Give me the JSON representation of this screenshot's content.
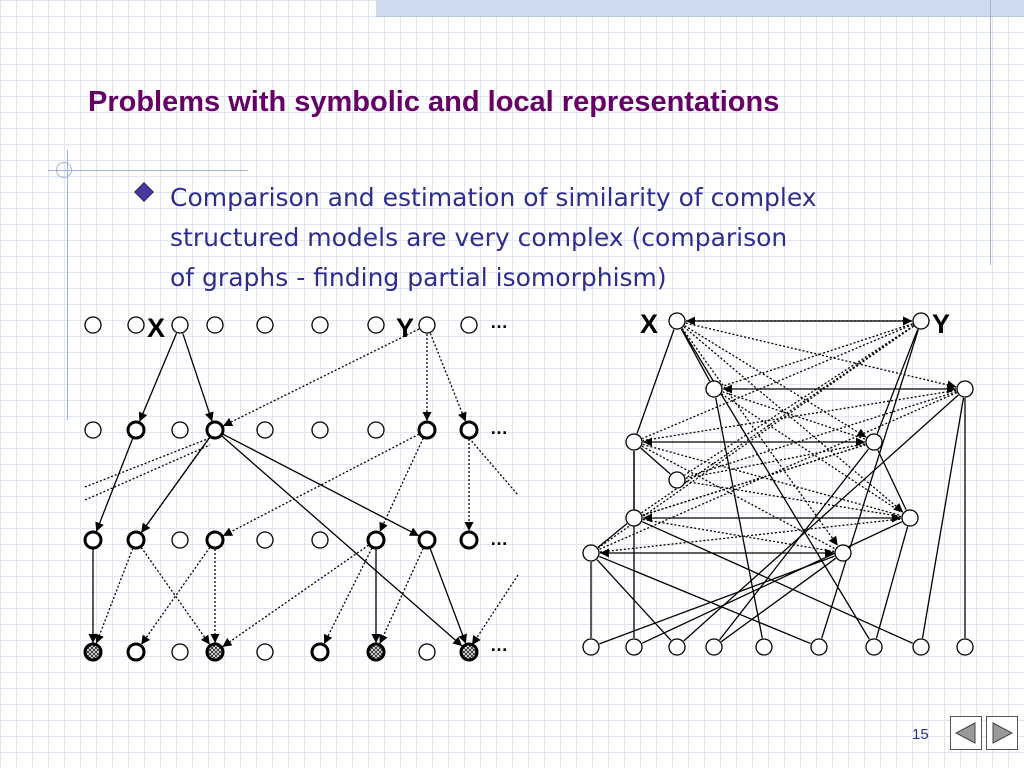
{
  "slide": {
    "title": "Problems with symbolic and local representations",
    "bullet": "Comparison and estimation of similarity of complex\nstructured models are very complex (comparison\nof graphs - finding partial isomorphism)",
    "page_number": "15"
  },
  "diagram": {
    "left_labels": {
      "x": "X",
      "y": "Y",
      "ellipsis": "…"
    },
    "right_labels": {
      "x": "X",
      "y": "Y"
    }
  },
  "navigation": {
    "prev_icon": "triangle-left-icon",
    "next_icon": "triangle-right-icon"
  }
}
